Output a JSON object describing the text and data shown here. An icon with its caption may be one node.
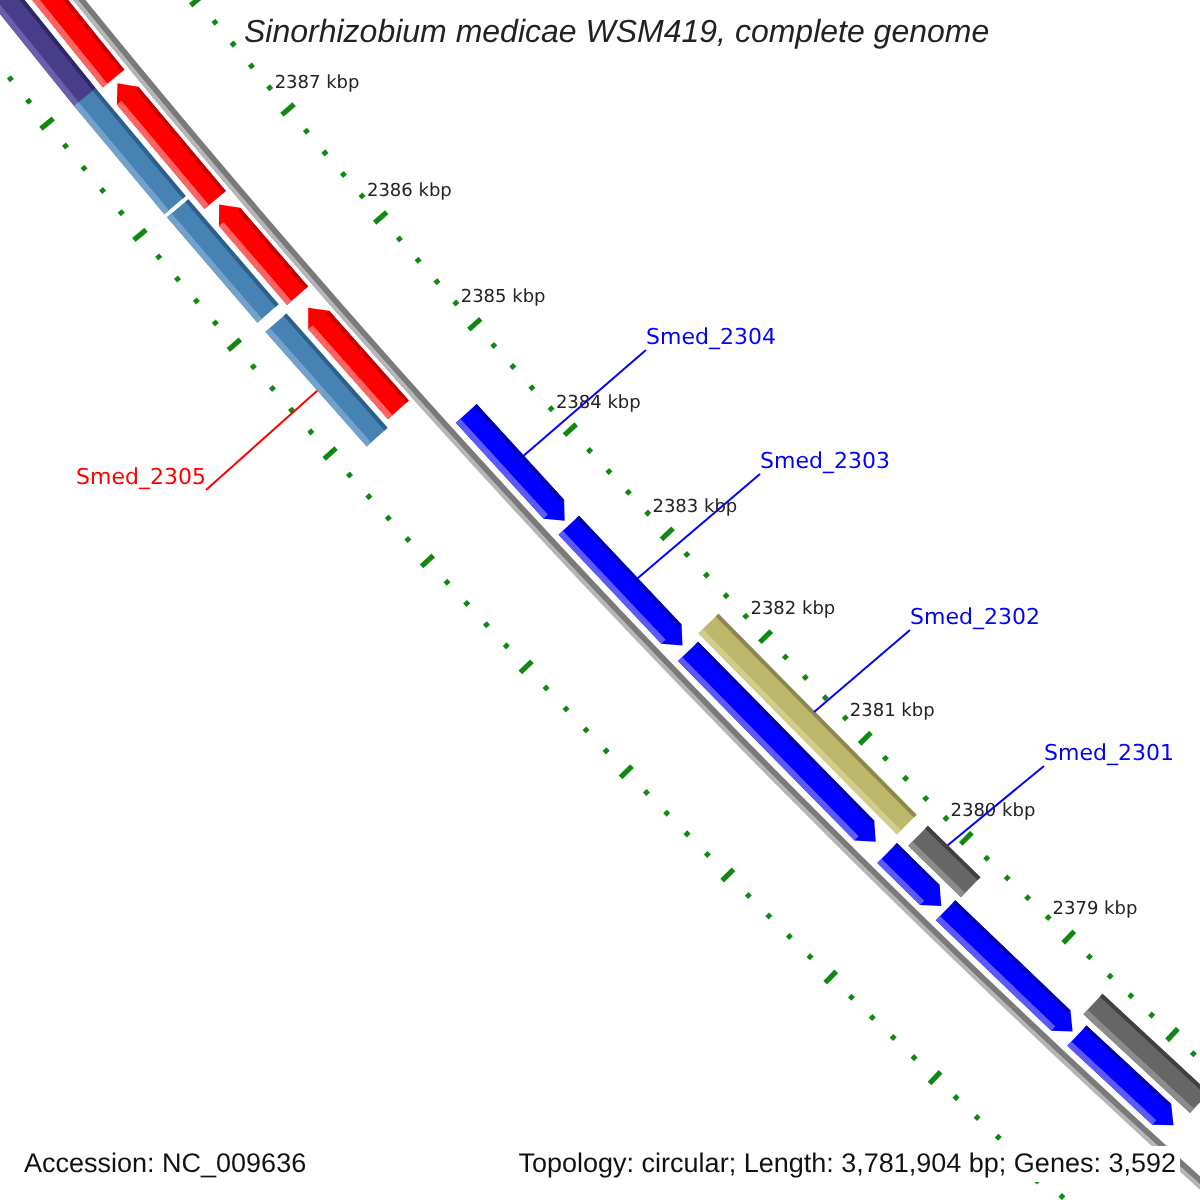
{
  "diagram": {
    "title": "Sinorhizobium medicae WSM419, complete genome",
    "nodes": [
      {
        "text": [
          "Smed_2304"
        ]
      },
      {
        "text": [
          "Smed_2303"
        ]
      },
      {
        "text": [
          "Smed_2305"
        ]
      },
      {
        "text": [
          "Smed_2302"
        ]
      },
      {
        "text": [
          "Smed_2301"
        ]
      },
      {
        "text": [],
        "shape": "bar"
      },
      {
        "text": [],
        "shape": "bar"
      },
      {
        "text": [],
        "shape": "bar"
      },
      {
        "text": [],
        "shape": "bar"
      },
      {
        "text": [],
        "shape": "bar"
      },
      {
        "text": [],
        "shape": "bar"
      },
      {
        "text": [],
        "shape": "bar"
      },
      {
        "text": [],
        "shape": "bar"
      },
      {
        "text": [],
        "shape": "bar"
      },
      {
        "text": [],
        "shape": "bar"
      },
      {
        "text": [],
        "shape": "bar"
      },
      {
        "text": [],
        "shape": "bar"
      },
      {
        "text": [],
        "shape": "bar"
      },
      {
        "text": [],
        "shape": "bar"
      },
      {
        "text": [],
        "shape": "bar"
      },
      {
        "text": [],
        "shape": "bar"
      },
      {
        "text": [],
        "shape": "bar"
      }
    ],
    "edges": [
      {
        "from": 0,
        "to": 13,
        "arrow": "none"
      },
      {
        "from": 1,
        "to": 14,
        "arrow": "none"
      },
      {
        "from": 2,
        "to": 12,
        "arrow": "none",
        "color": "#ff0000"
      },
      {
        "from": 3,
        "to": 16,
        "arrow": "none"
      },
      {
        "from": 4,
        "to": 18,
        "arrow": "none"
      }
    ],
    "labels": [
      "2387 kbp",
      "2386 kbp",
      "2385 kbp",
      "2384 kbp",
      "2383 kbp",
      "2382 kbp",
      "2381 kbp",
      "2380 kbp",
      "2379 kbp",
      "Accession: NC_009636",
      "Topology: circular; Length: 3,781,904 bp; Genes: 3,592"
    ]
  }
}
